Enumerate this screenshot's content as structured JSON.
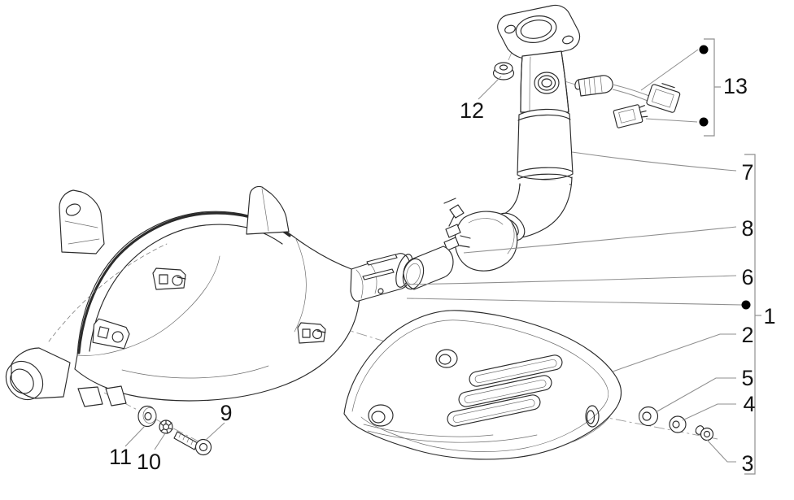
{
  "figure": {
    "type": "exploded-parts-diagram",
    "subject": "exhaust-silencer-assembly",
    "background_color": "#ffffff",
    "line_color": "#2b2b2b",
    "leader_color": "#8f8f8f",
    "label_color": "#141414"
  },
  "callouts": [
    {
      "label": "1"
    },
    {
      "label": "2"
    },
    {
      "label": "3"
    },
    {
      "label": "4"
    },
    {
      "label": "5"
    },
    {
      "label": "6"
    },
    {
      "label": "7"
    },
    {
      "label": "8"
    },
    {
      "label": "9"
    },
    {
      "label": "10"
    },
    {
      "label": "11"
    },
    {
      "label": "12"
    },
    {
      "label": "13"
    }
  ]
}
